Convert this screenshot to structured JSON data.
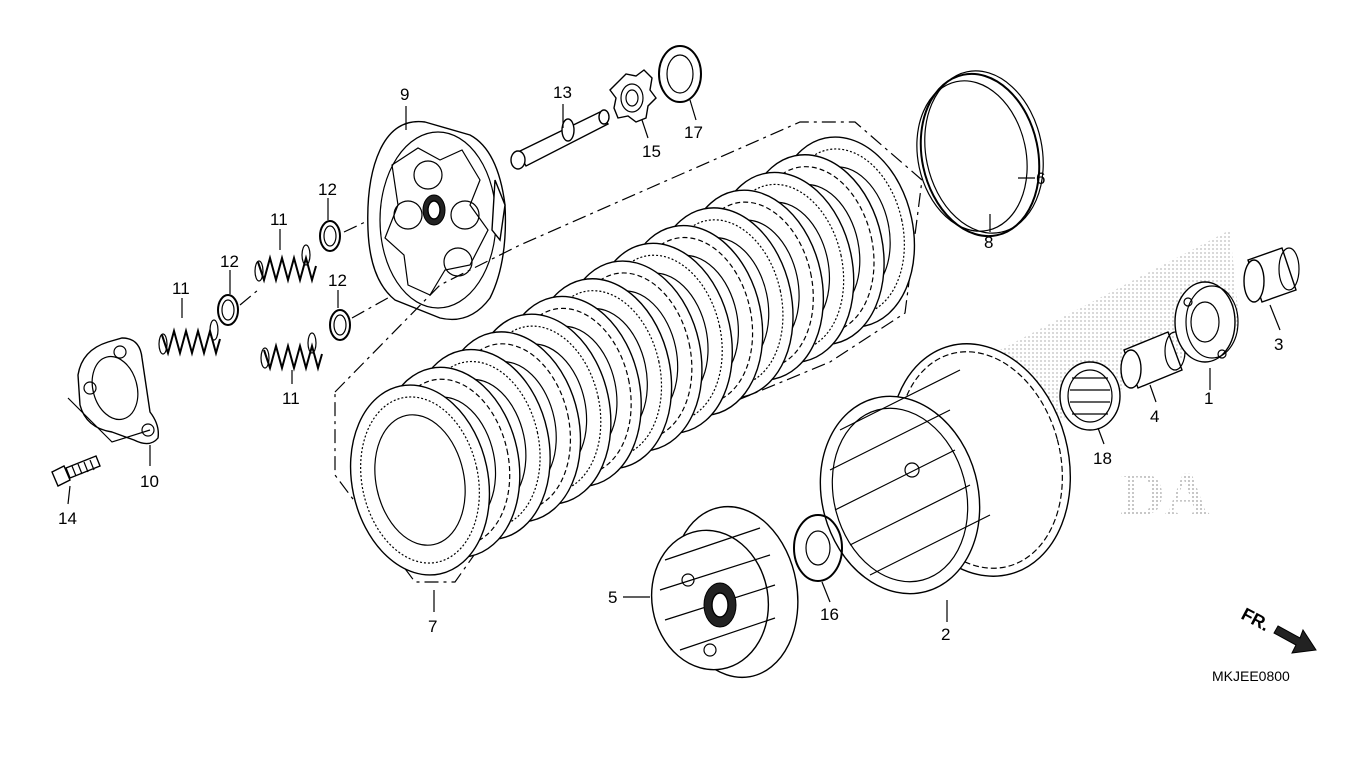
{
  "diagram": {
    "code": "MKJEE0800",
    "front_label": "FR.",
    "watermark": "DA",
    "callouts": [
      {
        "id": "1",
        "text": "1"
      },
      {
        "id": "2",
        "text": "2"
      },
      {
        "id": "3",
        "text": "3"
      },
      {
        "id": "4",
        "text": "4"
      },
      {
        "id": "5",
        "text": "5"
      },
      {
        "id": "6",
        "text": "6"
      },
      {
        "id": "7",
        "text": "7"
      },
      {
        "id": "8",
        "text": "8"
      },
      {
        "id": "9",
        "text": "9"
      },
      {
        "id": "10",
        "text": "10"
      },
      {
        "id": "11a",
        "text": "11"
      },
      {
        "id": "11b",
        "text": "11"
      },
      {
        "id": "11c",
        "text": "11"
      },
      {
        "id": "12a",
        "text": "12"
      },
      {
        "id": "12b",
        "text": "12"
      },
      {
        "id": "12c",
        "text": "12"
      },
      {
        "id": "13",
        "text": "13"
      },
      {
        "id": "14",
        "text": "14"
      },
      {
        "id": "15",
        "text": "15"
      },
      {
        "id": "16",
        "text": "16"
      },
      {
        "id": "17",
        "text": "17"
      },
      {
        "id": "18",
        "text": "18"
      }
    ]
  }
}
